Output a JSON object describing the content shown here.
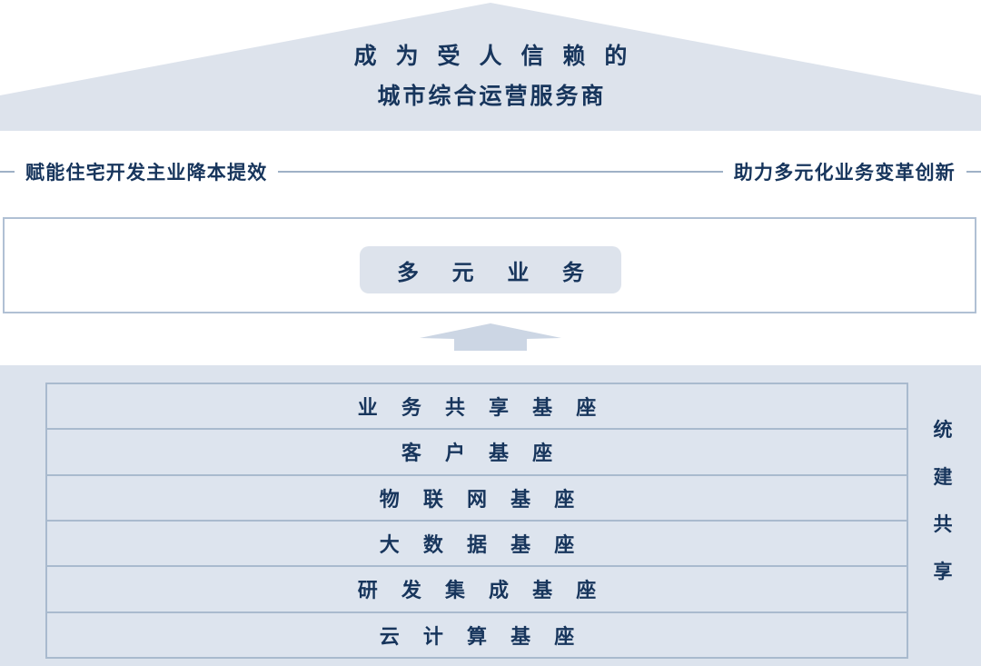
{
  "colors": {
    "roof_fill": "#dde3ec",
    "panel_bg": "#dce3ed",
    "row_bg": "#dde4ee",
    "border": "#a9bace",
    "box_border": "#b0c0d4",
    "text_navy": "#17355c",
    "dash": "#9fb1c6",
    "page_bg": "#ffffff"
  },
  "roof": {
    "title_line_1": "成 为 受 人 信 赖 的",
    "title_line_2": "城市综合运营服务商"
  },
  "band": {
    "left_label": "赋能住宅开发主业降本提效",
    "right_label": "助力多元化业务变革创新"
  },
  "business": {
    "pill_label": "多 元 业 务"
  },
  "arrow": {
    "icon": "arrow-up-icon"
  },
  "base": {
    "rows": [
      {
        "label": "业 务 共 享 基 座"
      },
      {
        "label": "客 户 基 座"
      },
      {
        "label": "物 联 网 基 座"
      },
      {
        "label": "大 数 据 基 座"
      },
      {
        "label": "研 发 集 成 基 座"
      },
      {
        "label": "云 计 算 基 座"
      }
    ],
    "side_label_chars": [
      "统",
      "建",
      "共",
      "享"
    ],
    "side_label_text": "统建共享"
  }
}
